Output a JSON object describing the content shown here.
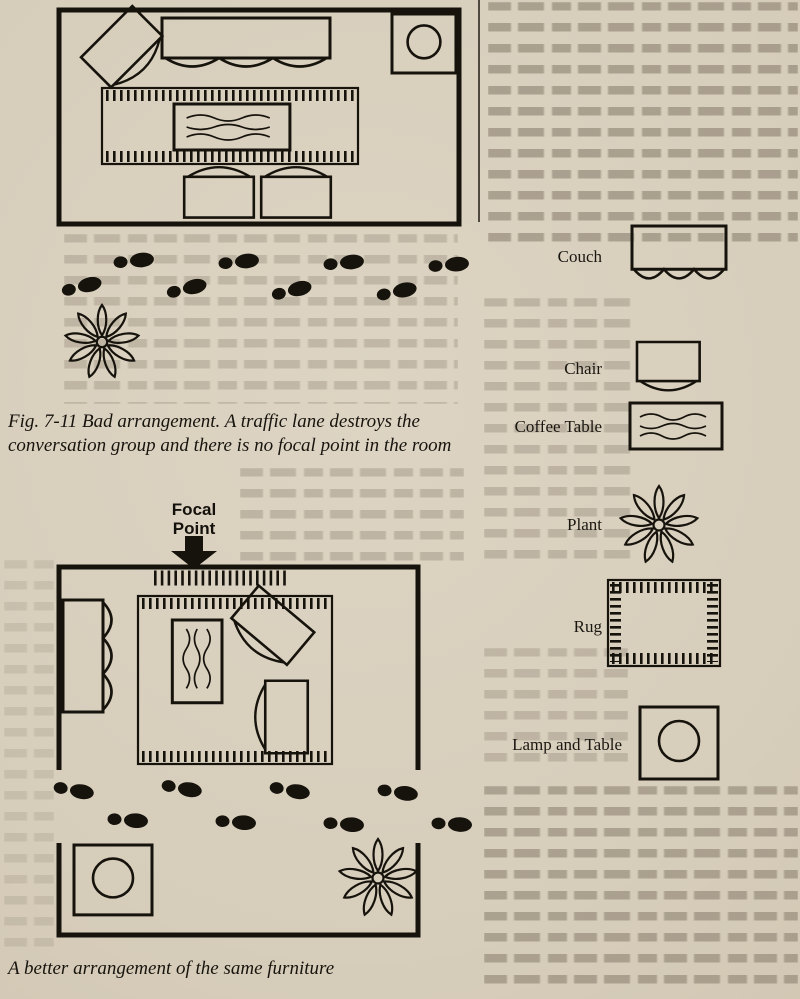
{
  "captions": {
    "fig1": "Fig. 7-11 Bad arrangement. A traffic lane destroys the conversation group and there is no focal point in the room",
    "fig2": "A better arrangement of the same furniture"
  },
  "focal_point": {
    "line1": "Focal",
    "line2": "Point"
  },
  "legend": {
    "items": [
      {
        "label": "Couch",
        "icon": "couch-symbol"
      },
      {
        "label": "Chair",
        "icon": "chair-symbol"
      },
      {
        "label": "Coffee Table",
        "icon": "coffee-table-symbol"
      },
      {
        "label": "Plant",
        "icon": "plant-symbol"
      },
      {
        "label": "Rug",
        "icon": "rug-symbol"
      },
      {
        "label": "Lamp and Table",
        "icon": "lamp-table-symbol"
      }
    ]
  },
  "colors": {
    "paper": "#d9cfbd",
    "ink": "#16130d",
    "bleedthrough": "#716655"
  }
}
